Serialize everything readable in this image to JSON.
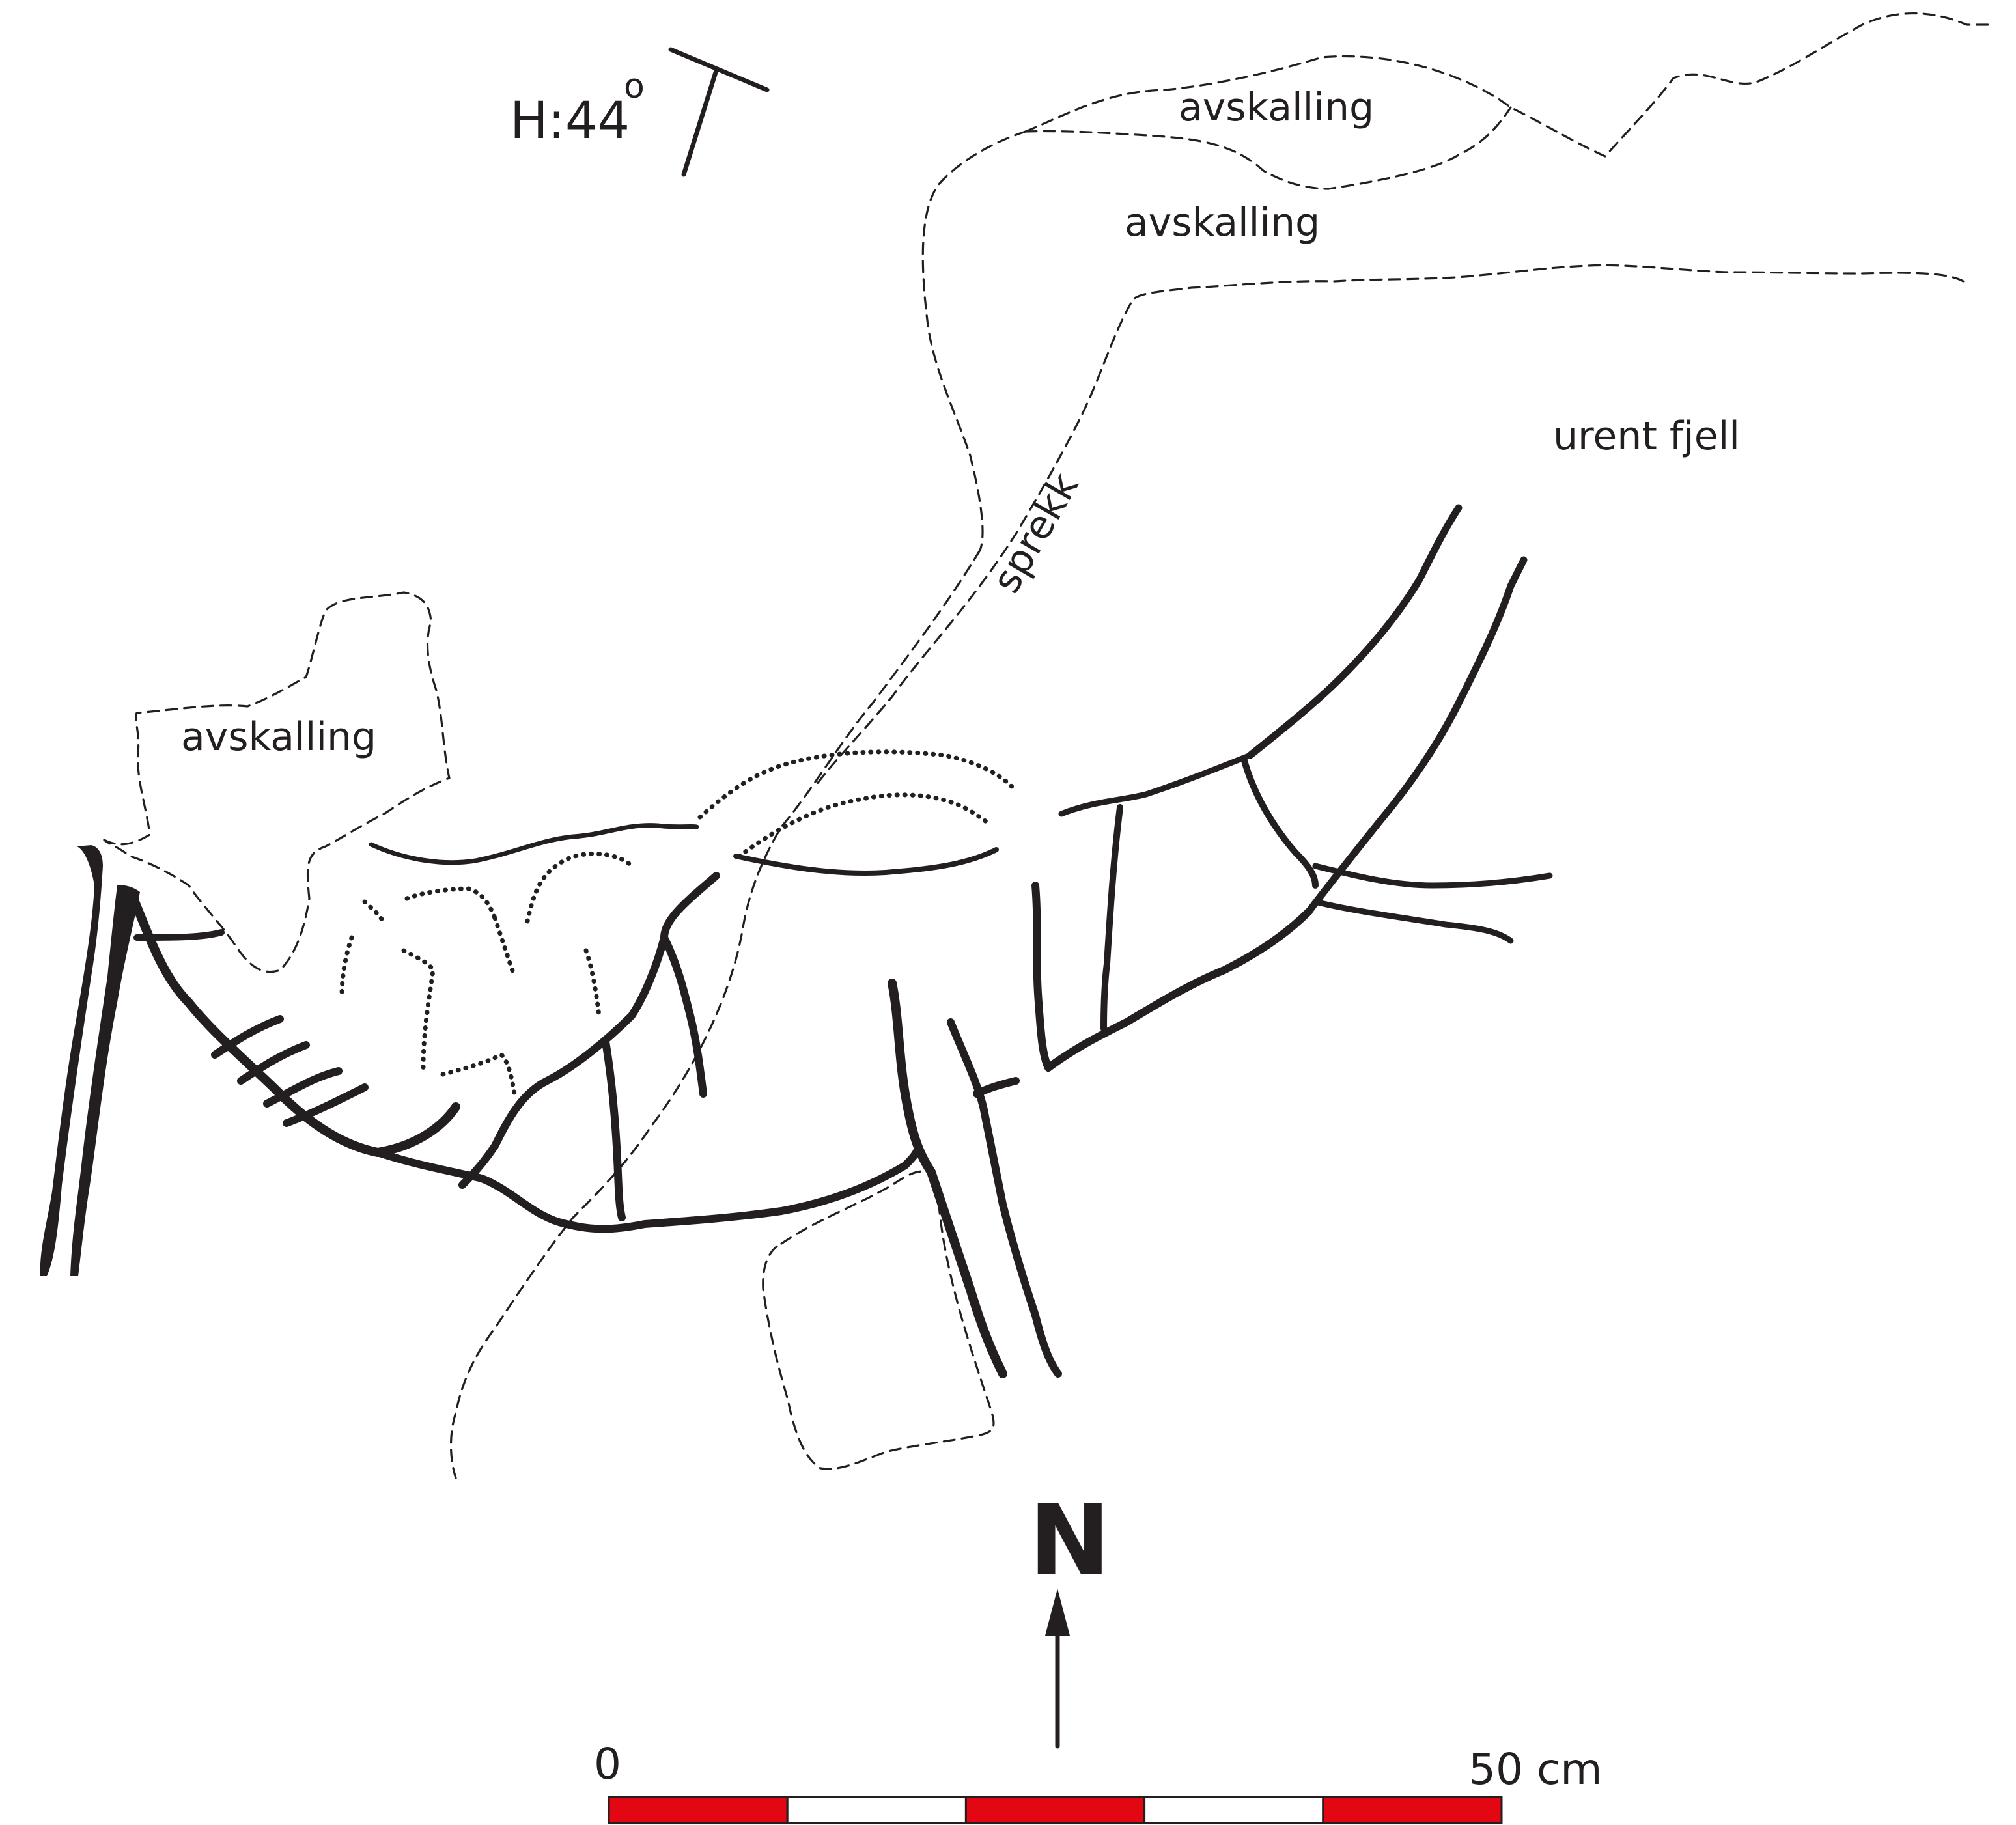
{
  "strike_dip": {
    "label": "H:44",
    "degree_mark": "o"
  },
  "areas": {
    "flaking_upper_1": "avskalling",
    "flaking_upper_2": "avskalling",
    "flaking_left": "avskalling",
    "rough_rock": "urent fjell",
    "crack": "sprekk"
  },
  "north_arrow": {
    "label": "N"
  },
  "scale_bar": {
    "start_label": "0",
    "end_label": "50 cm",
    "segments": [
      {
        "color": "#e30613"
      },
      {
        "color": "#ffffff"
      },
      {
        "color": "#e30613"
      },
      {
        "color": "#ffffff"
      },
      {
        "color": "#e30613"
      }
    ],
    "border_color": "#231f20"
  }
}
